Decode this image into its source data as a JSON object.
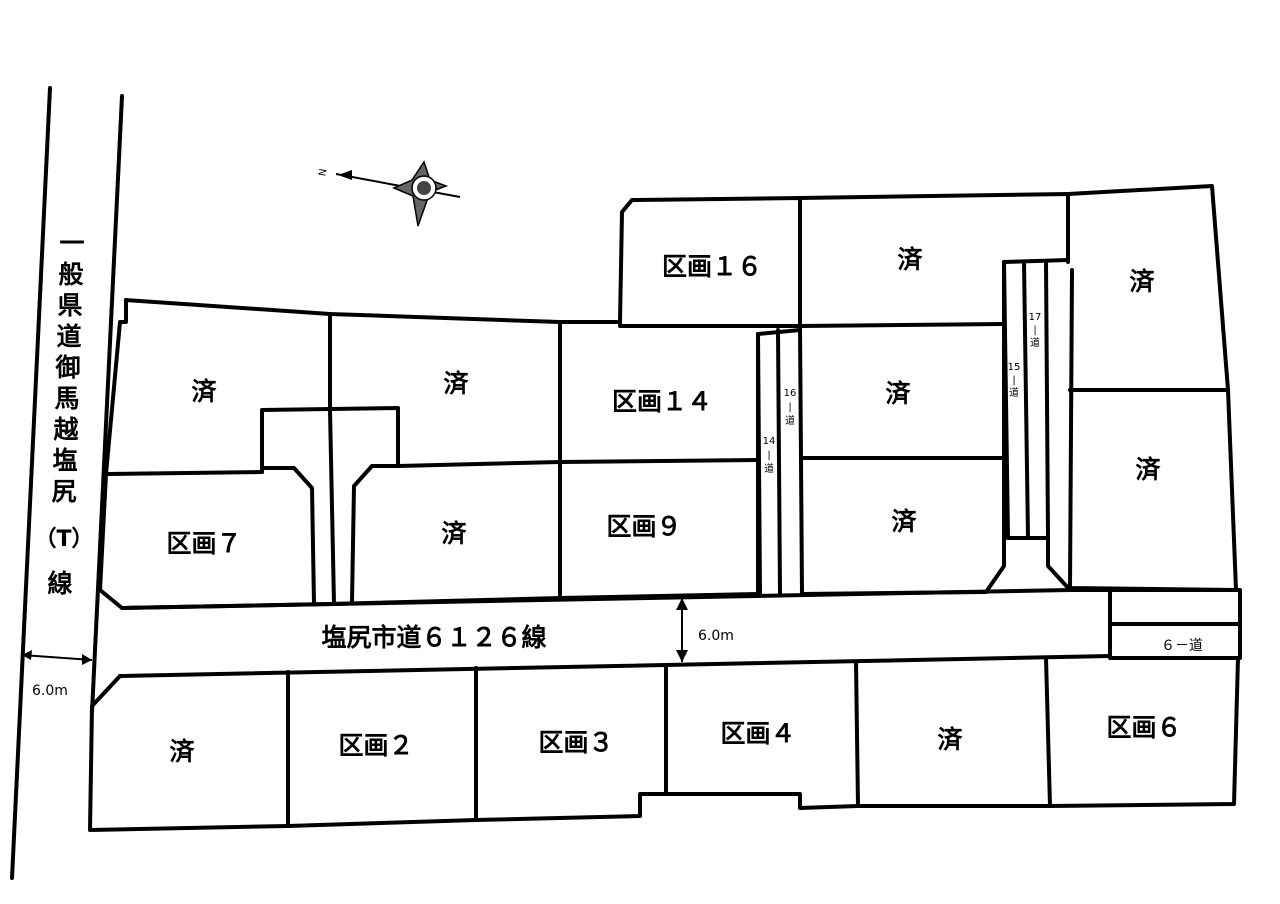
{
  "highway": {
    "label_chars": [
      "一",
      "般",
      "県",
      "道",
      "御",
      "馬",
      "越",
      "塩",
      "尻"
    ],
    "label_tail_1": "（T）",
    "label_tail_2": "線",
    "width": "6.0m"
  },
  "main_road": {
    "label": "塩尻市道６１２６線",
    "width": "6.0m"
  },
  "small_roads": {
    "road_6": "６－道",
    "road_14": [
      "14",
      "|",
      "道"
    ],
    "road_15": [
      "15",
      "|",
      "道"
    ],
    "road_16": [
      "16",
      "|",
      "道"
    ],
    "road_17": [
      "17",
      "|",
      "道"
    ]
  },
  "compass": {
    "north": "N"
  },
  "lots": {
    "k16": "区画１６",
    "n_top_mid": "済",
    "n_top_right": "済",
    "n_left_upper": "済",
    "n_mid_upper": "済",
    "k14": "区画１４",
    "n_right_upper": "済",
    "n_far_right_lower": "済",
    "k7": "区画７",
    "n_mid_lower": "済",
    "k9": "区画９",
    "n_right_lower": "済",
    "n_bottom_1": "済",
    "k2": "区画２",
    "k3": "区画３",
    "k4": "区画４",
    "n_bottom_5": "済",
    "k6": "区画６"
  }
}
